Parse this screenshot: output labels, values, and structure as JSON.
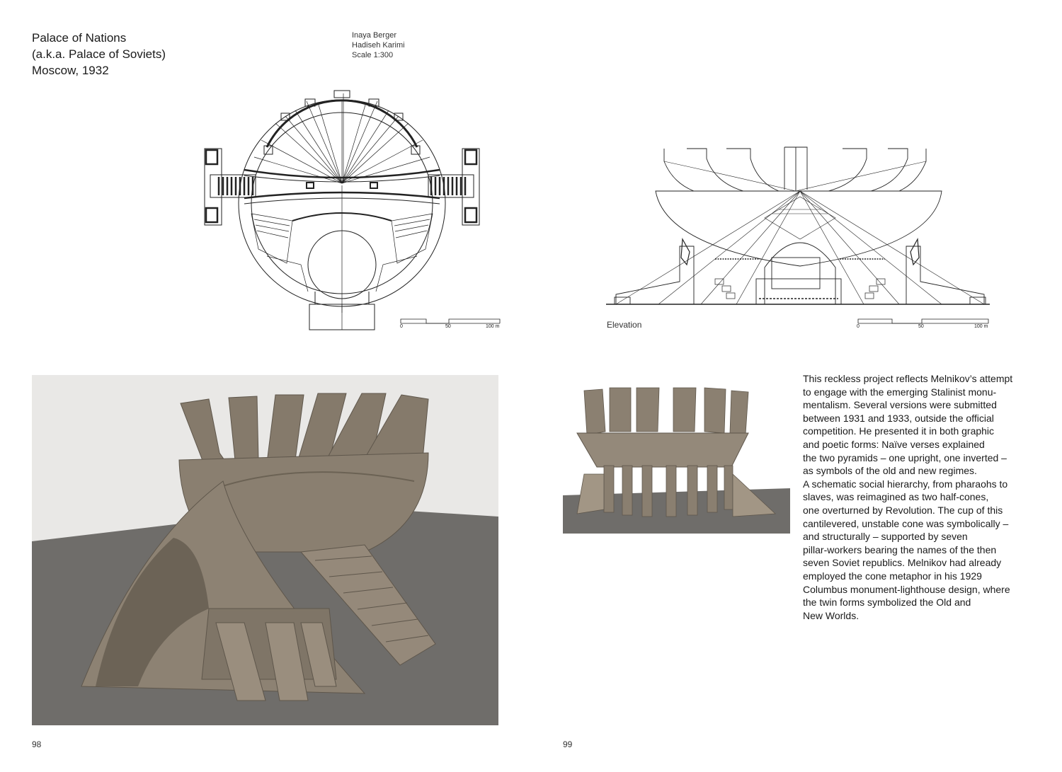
{
  "title": {
    "line1": "Palace of Nations",
    "line2": "(a.k.a. Palace of Soviets)",
    "line3": "Moscow, 1932"
  },
  "credits": {
    "author1": "Inaya Berger",
    "author2": "Hadiseh Karimi",
    "scale": "Scale 1:300"
  },
  "plan_scalebar": {
    "zero": "0",
    "mid": "50",
    "end": "100 m"
  },
  "elevation_scalebar": {
    "zero": "0",
    "mid": "50",
    "end": "100 m"
  },
  "elevation_caption": "Elevation",
  "body_lines": [
    "This reckless project reflects Melnikov’s attempt",
    "to engage with the emerging Stalinist monu-",
    "mentalism. Several versions were submitted",
    "between 1931 and 1933, outside the official",
    "competition. He presented it in both graphic",
    "and poetic forms: Naïve verses explained",
    "the two pyramids – one upright, one inverted –",
    "as symbols of the old and new regimes.",
    "A schematic social hierarchy, from pharaohs to",
    "slaves, was reimagined as two half-cones,",
    "one overturned by Revolution. The cup of this",
    "cantilevered, unstable cone was symbolically –",
    "and structurally – supported by seven",
    "pillar-workers bearing the names of the then",
    "seven Soviet republics. Melnikov had already",
    "employed the cone metaphor in his 1929",
    "Columbus monument-lighthouse design, where",
    "the twin forms symbolized the Old and",
    "New Worlds."
  ],
  "folios": {
    "left": "98",
    "right": "99"
  },
  "colors": {
    "photo_background": "#e9e8e6",
    "model": "#7d7365",
    "floor": "#6f6d6a"
  }
}
